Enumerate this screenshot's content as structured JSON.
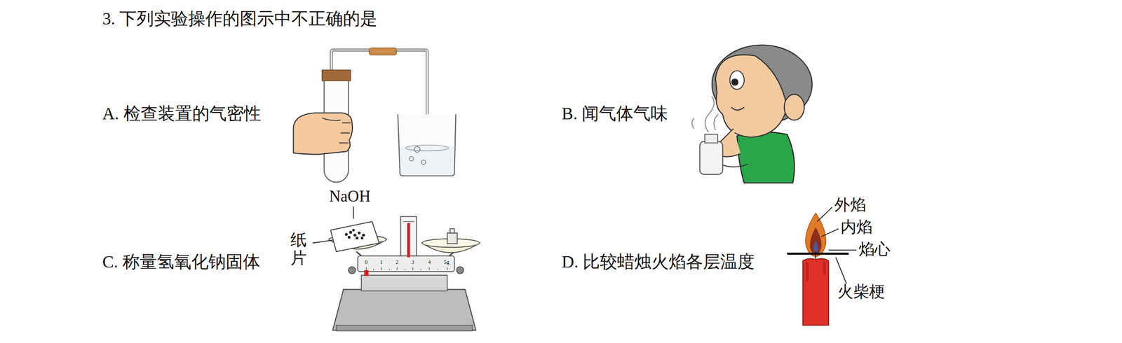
{
  "diagram": {
    "title": "3. 下列实验操作的图示中不正确的是",
    "labels": [
      "A. 检查装置的气密性",
      "B. 闻气体气味",
      "C. 称量氢氧化钠固体",
      "D. 比较蜡烛火焰各层温度",
      "NaOH",
      "纸片",
      "0",
      "1",
      "2",
      "3",
      "4",
      "5g",
      "外焰",
      "内焰",
      "焰心",
      "火柴梗"
    ]
  }
}
